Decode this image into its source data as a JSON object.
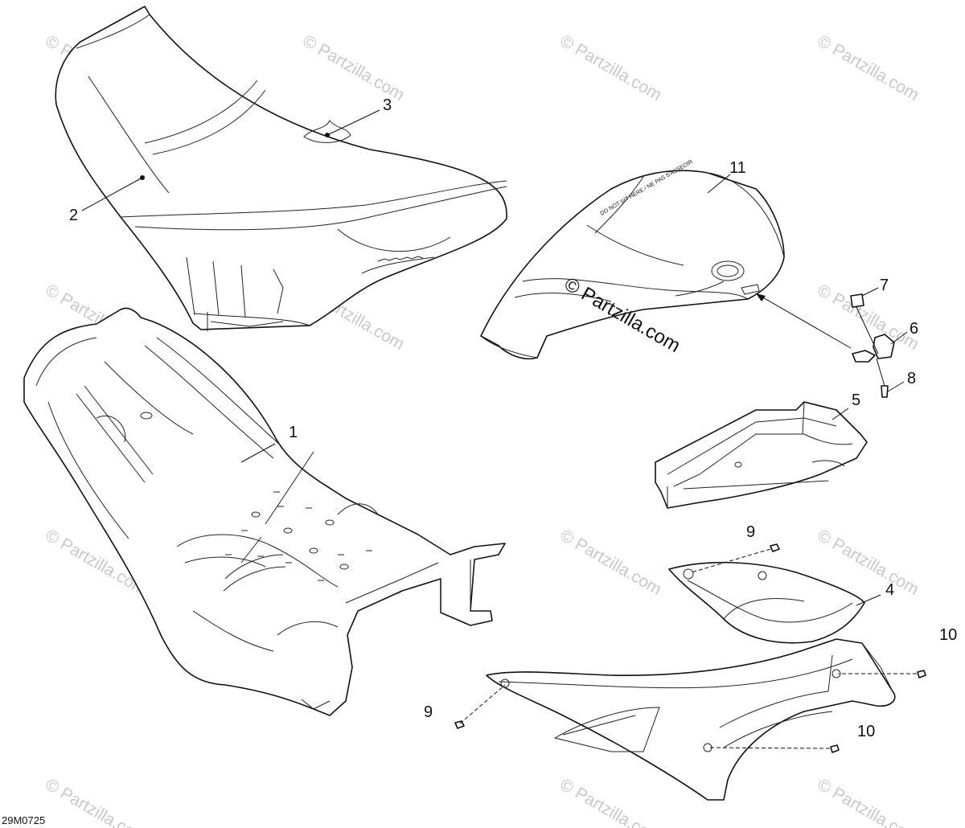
{
  "diagram_code": "29M0725",
  "watermark": {
    "text": "© Partzilla.com"
  },
  "console_marking": "DO NOT SIT HERE / NE PAS S'ASSEOIR",
  "callouts": [
    {
      "id": "1",
      "part": "storage-bin-tray"
    },
    {
      "id": "2",
      "part": "seat"
    },
    {
      "id": "3",
      "part": "seat-emblem"
    },
    {
      "id": "4",
      "part": "side-cover"
    },
    {
      "id": "5",
      "part": "lower-tray"
    },
    {
      "id": "6",
      "part": "latch"
    },
    {
      "id": "7",
      "part": "nut"
    },
    {
      "id": "8",
      "part": "screw"
    },
    {
      "id": "9",
      "part": "screw"
    },
    {
      "id": "9",
      "part": "screw"
    },
    {
      "id": "10",
      "part": "screw"
    },
    {
      "id": "10",
      "part": "screw"
    },
    {
      "id": "11",
      "part": "front-console-cover"
    }
  ]
}
